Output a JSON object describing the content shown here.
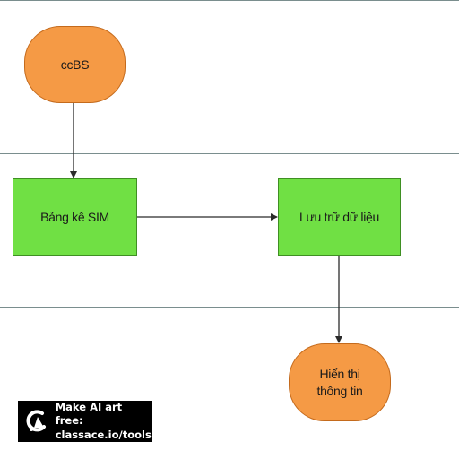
{
  "diagram": {
    "nodes": {
      "start": {
        "label": "ccBS"
      },
      "process1": {
        "label": "Bảng kê SIM"
      },
      "process2": {
        "label": "Lưu trữ dữ liệu"
      },
      "end": {
        "label": "Hiển thị\nthông tin"
      }
    },
    "colors": {
      "terminal_fill": "#f59a45",
      "process_fill": "#70e044",
      "lane_line": "#7a8e8e",
      "edge": "#2b2b2b"
    }
  },
  "watermark": {
    "line1": "Make AI art free:",
    "line2": "classace.io/tools",
    "logo_icon": "classace-logo-icon"
  }
}
